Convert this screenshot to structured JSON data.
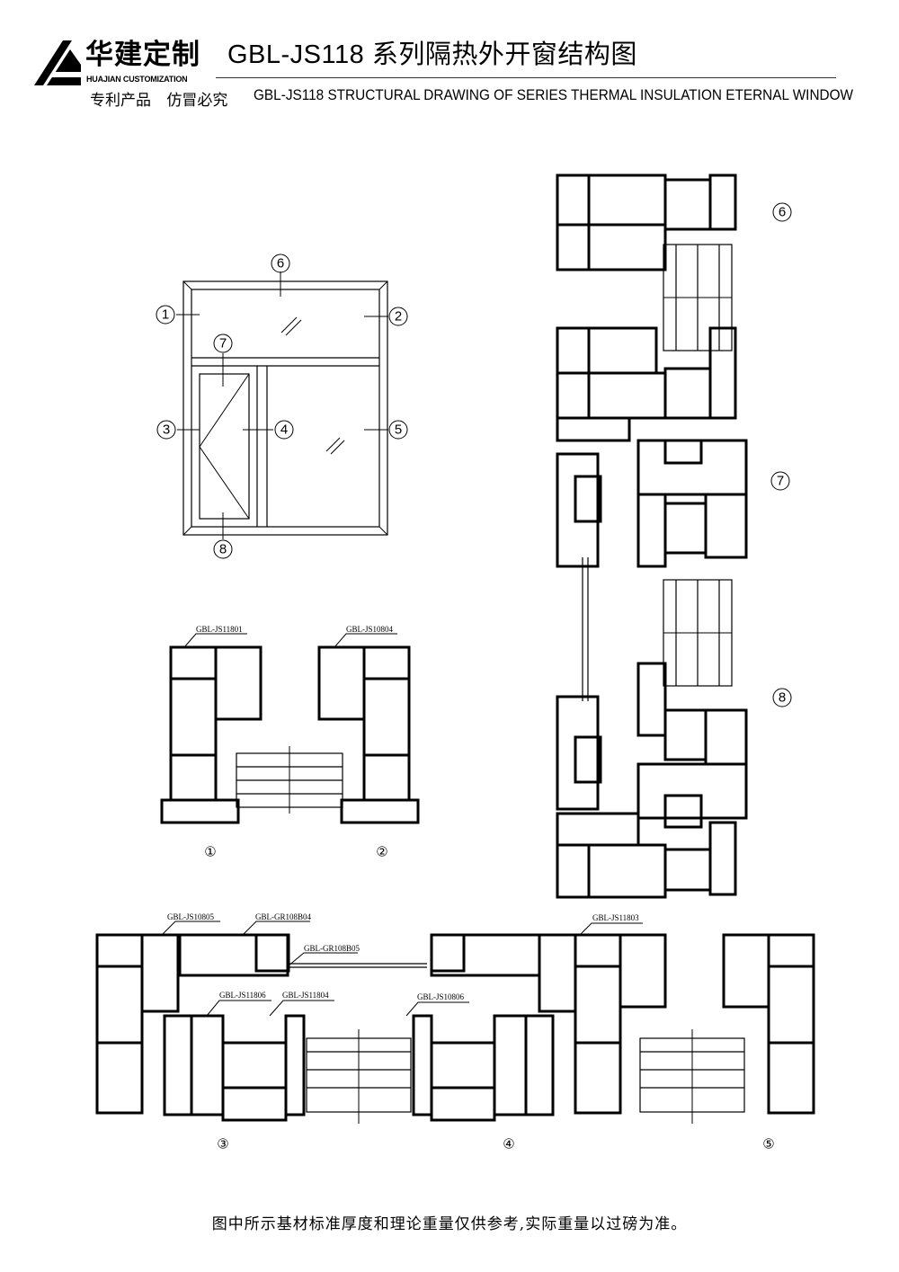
{
  "header": {
    "brand_cn": "华建定制",
    "brand_en": "HUAJIAN CUSTOMIZATION",
    "title": "GBL-JS118 系列隔热外开窗结构图",
    "patent_notice": "专利产品 仿冒必究",
    "subtitle": "GBL-JS118 STRUCTURAL DRAWING OF SERIES THERMAL INSULATION ETERNAL WINDOW"
  },
  "elevation": {
    "markers": [
      "1",
      "2",
      "3",
      "4",
      "5",
      "6",
      "7",
      "8"
    ]
  },
  "sections": {
    "part_labels": {
      "js11801": "GBL-JS11801",
      "js10804": "GBL-JS10804",
      "js10805": "GBL-JS10805",
      "gr108b04": "GBL-GR108B04",
      "gr108b05": "GBL-GR108B05",
      "js11803": "GBL-JS11803",
      "js11806": "GBL-JS11806",
      "js11804": "GBL-JS11804",
      "js10806": "GBL-JS10806"
    },
    "section_markers": [
      "①",
      "②",
      "③",
      "④",
      "⑤"
    ],
    "vertical_markers": [
      "6",
      "7",
      "8"
    ]
  },
  "footer": "图中所示基材标准厚度和理论重量仅供参考,实际重量以过磅为准。"
}
